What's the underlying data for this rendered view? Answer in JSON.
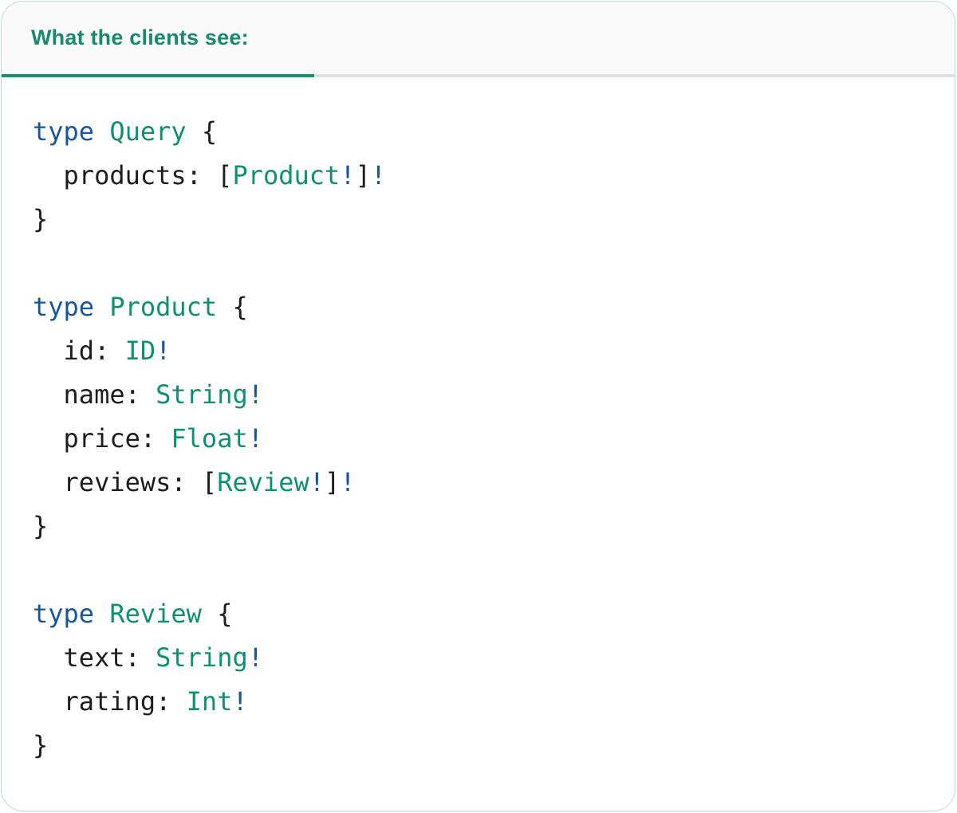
{
  "tabbar": {
    "tab_label": "What the clients see:"
  },
  "colors": {
    "keyword_blue": "#15599C",
    "type_teal": "#0E9173",
    "plain_text": "#1B1D1F",
    "header_teal": "#178A6D",
    "underline_teal": "#14946E",
    "divider_gray": "#E1E1E1",
    "header_background": "#FAFAFA",
    "panel_border_green": "#BFDFC9"
  },
  "code": {
    "language": "graphql-schema",
    "lines": [
      [
        {
          "t": "type",
          "c": "kw"
        },
        {
          "t": " ",
          "c": "pl"
        },
        {
          "t": "Query",
          "c": "ty"
        },
        {
          "t": " {",
          "c": "pl"
        }
      ],
      [
        {
          "t": "  products: [",
          "c": "pl"
        },
        {
          "t": "Product",
          "c": "ty"
        },
        {
          "t": "!",
          "c": "bl"
        },
        {
          "t": "]",
          "c": "pl"
        },
        {
          "t": "!",
          "c": "bl"
        }
      ],
      [
        {
          "t": "}",
          "c": "pl"
        }
      ],
      [],
      [
        {
          "t": "type",
          "c": "kw"
        },
        {
          "t": " ",
          "c": "pl"
        },
        {
          "t": "Product",
          "c": "ty"
        },
        {
          "t": " {",
          "c": "pl"
        }
      ],
      [
        {
          "t": "  id: ",
          "c": "pl"
        },
        {
          "t": "ID",
          "c": "ty"
        },
        {
          "t": "!",
          "c": "bl"
        }
      ],
      [
        {
          "t": "  name: ",
          "c": "pl"
        },
        {
          "t": "String",
          "c": "ty"
        },
        {
          "t": "!",
          "c": "bl"
        }
      ],
      [
        {
          "t": "  price: ",
          "c": "pl"
        },
        {
          "t": "Float",
          "c": "ty"
        },
        {
          "t": "!",
          "c": "bl"
        }
      ],
      [
        {
          "t": "  reviews: [",
          "c": "pl"
        },
        {
          "t": "Review",
          "c": "ty"
        },
        {
          "t": "!",
          "c": "bl"
        },
        {
          "t": "]",
          "c": "pl"
        },
        {
          "t": "!",
          "c": "bl"
        }
      ],
      [
        {
          "t": "}",
          "c": "pl"
        }
      ],
      [],
      [
        {
          "t": "type",
          "c": "kw"
        },
        {
          "t": " ",
          "c": "pl"
        },
        {
          "t": "Review",
          "c": "ty"
        },
        {
          "t": " {",
          "c": "pl"
        }
      ],
      [
        {
          "t": "  text: ",
          "c": "pl"
        },
        {
          "t": "String",
          "c": "ty"
        },
        {
          "t": "!",
          "c": "bl"
        }
      ],
      [
        {
          "t": "  rating: ",
          "c": "pl"
        },
        {
          "t": "Int",
          "c": "ty"
        },
        {
          "t": "!",
          "c": "bl"
        }
      ],
      [
        {
          "t": "}",
          "c": "pl"
        }
      ]
    ]
  }
}
